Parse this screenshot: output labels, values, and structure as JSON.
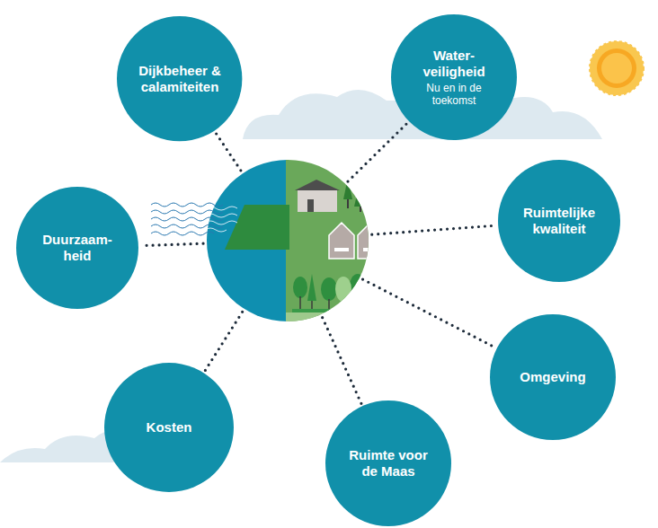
{
  "diagram": {
    "nodes": [
      {
        "text": [
          "Dijkbeheer & calamiteiten"
        ]
      },
      {
        "text": [
          "Water- veiligheid",
          "Nu en in de toekomst"
        ]
      },
      {
        "text": [
          "Duurzaam- heid"
        ]
      },
      {
        "text": [
          "Ruimtelijke kwaliteit"
        ]
      },
      {
        "text": [
          "Omgeving"
        ]
      },
      {
        "text": [
          "Kosten"
        ]
      },
      {
        "text": [
          "Ruimte voor de Maas"
        ]
      }
    ]
  }
}
